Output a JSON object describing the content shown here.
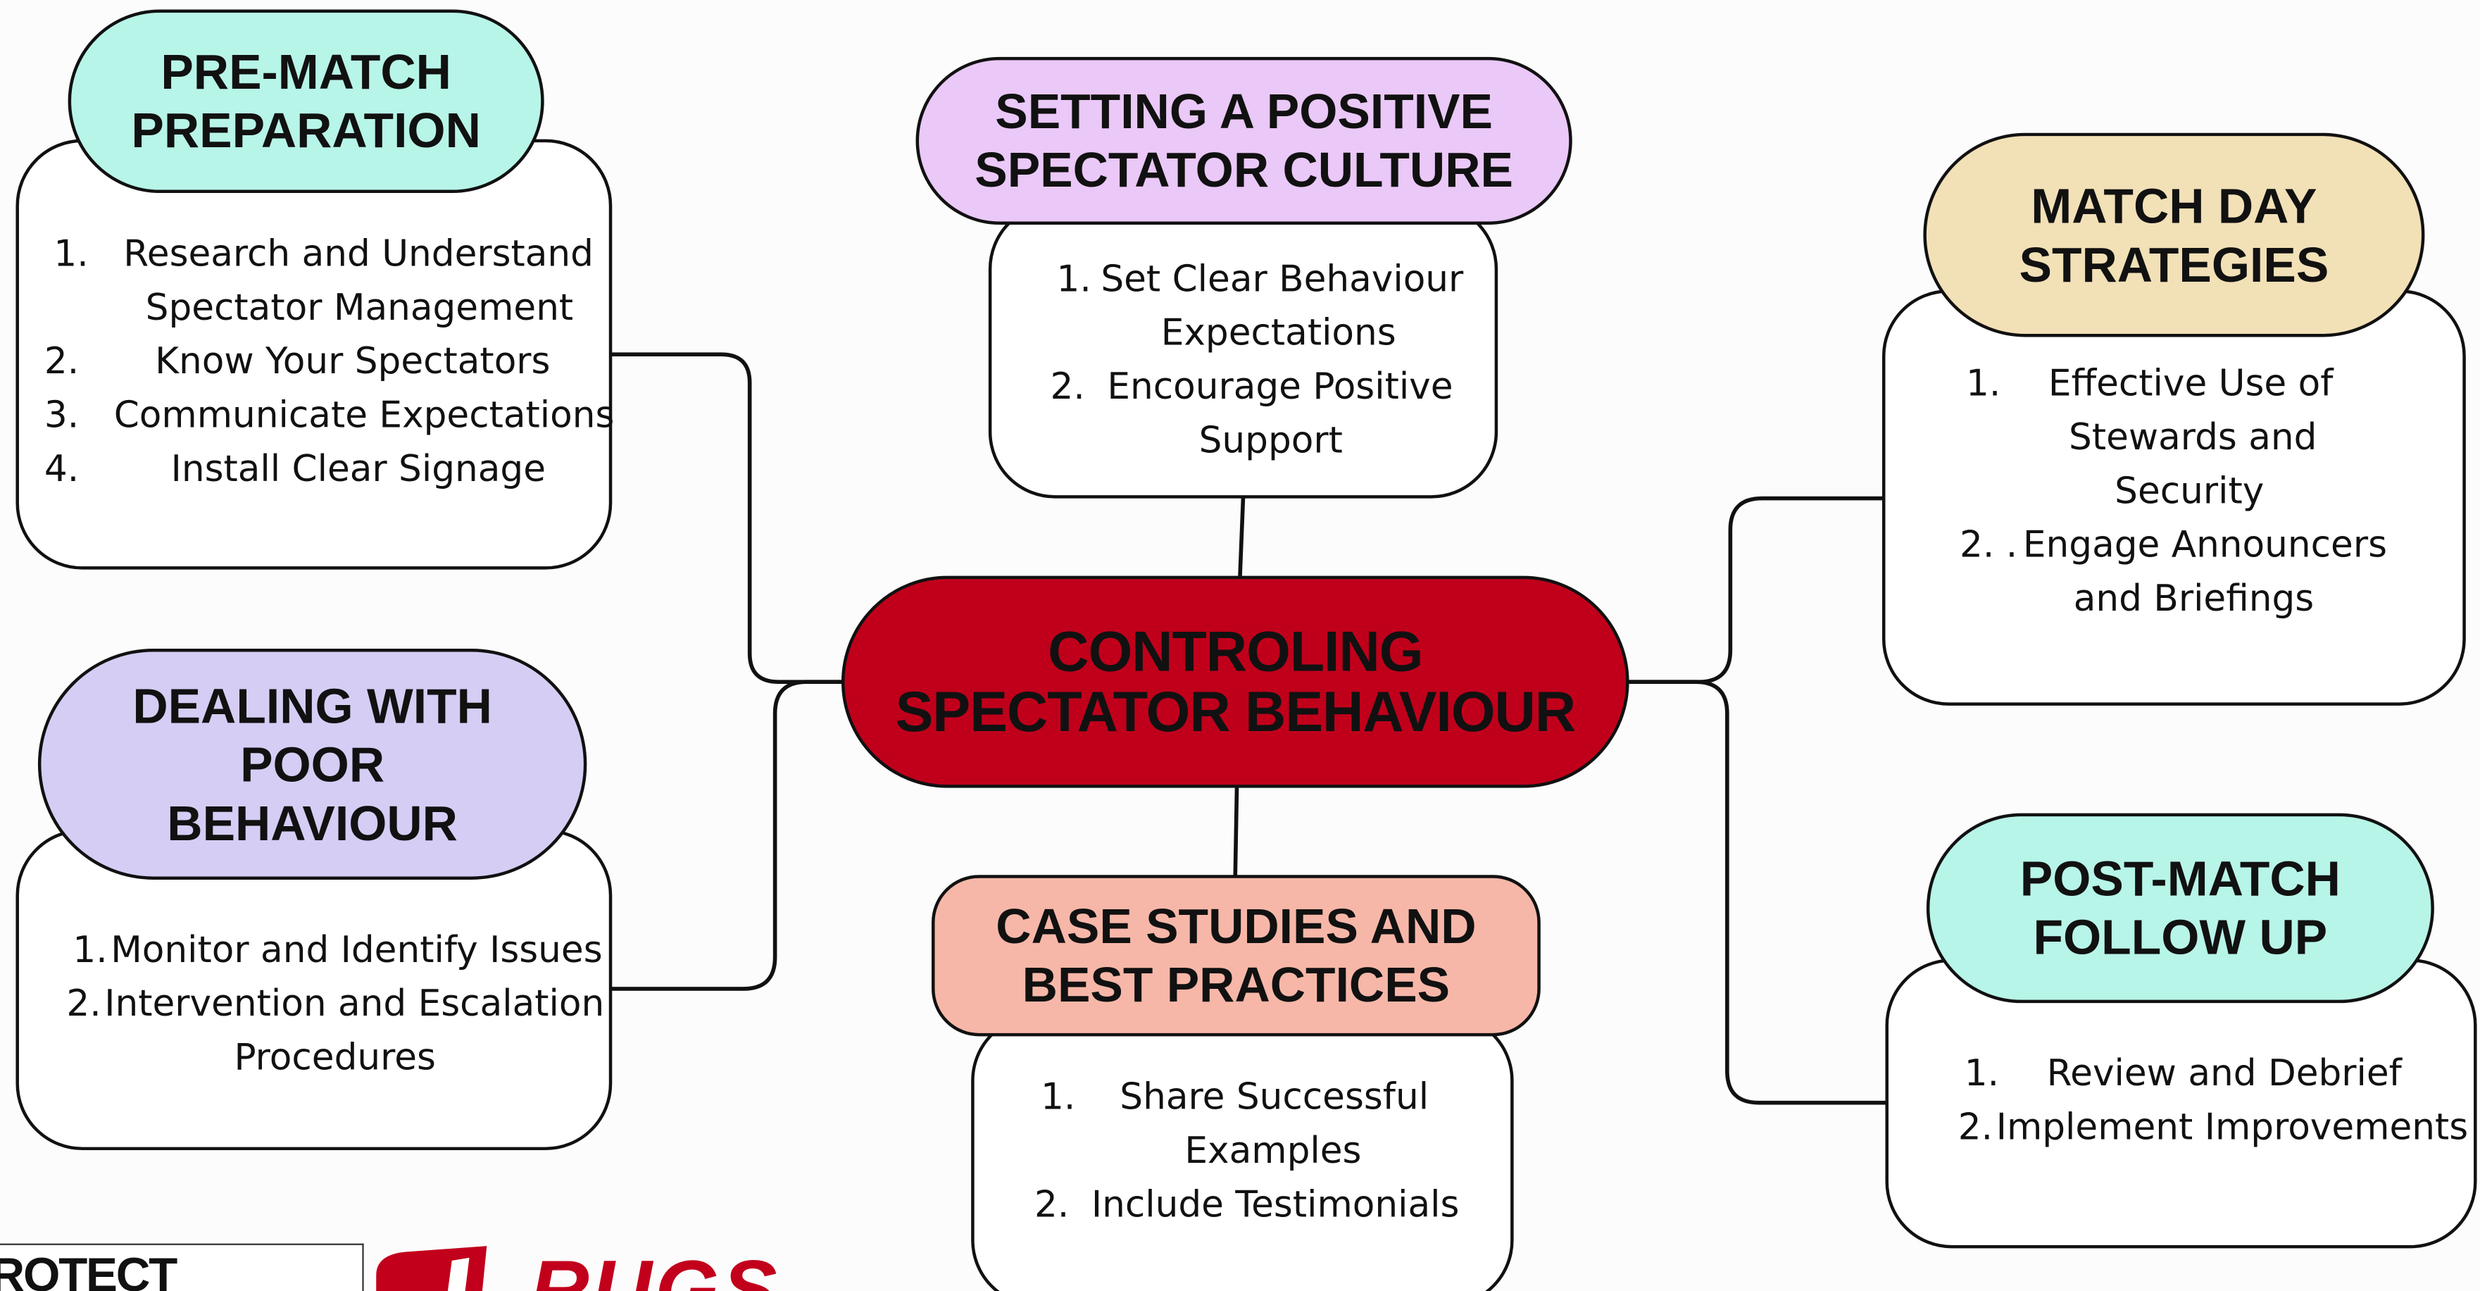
{
  "colors": {
    "background": "#fcfcfc",
    "outline": "#111111",
    "central": "#c0001b",
    "pre_match": "#b7f5e8",
    "positive_culture": "#eac8f7",
    "match_day": "#f2e0b7",
    "poor_behaviour": "#d6cdf5",
    "case_studies": "#f7b7a8",
    "post_match": "#b7f5e8",
    "logo_red": "#c2001c"
  },
  "central": {
    "line1": "CONTROLING",
    "line2": "SPECTATOR BEHAVIOUR"
  },
  "pre_match": {
    "title_line1": "PRE-MATCH",
    "title_line2": "PREPARATION",
    "items": [
      {
        "number": "1.",
        "text": "Research and Understand",
        "text_cont": "Spectator Management"
      },
      {
        "number": "2.",
        "text": "Know Your Spectators"
      },
      {
        "number": "3.",
        "text": "Communicate Expectations"
      },
      {
        "number": "4.",
        "text": "Install Clear Signage"
      }
    ]
  },
  "positive_culture": {
    "title_line1": "SETTING A POSITIVE",
    "title_line2": "SPECTATOR CULTURE",
    "items": [
      {
        "number": "1.",
        "text": "Set Clear Behaviour",
        "text_cont": "Expectations"
      },
      {
        "number": "2.",
        "text": "Encourage Positive",
        "text_cont": "Support"
      }
    ]
  },
  "match_day": {
    "title_line1": "MATCH DAY",
    "title_line2": "STRATEGIES",
    "items": [
      {
        "number": "1.",
        "text": "Effective Use of",
        "text_cont": "Stewards and",
        "text_cont2": "Security"
      },
      {
        "number": "2. .",
        "text": "Engage Announcers",
        "text_cont": "and Briefings"
      }
    ]
  },
  "poor_behaviour": {
    "title_line1": "DEALING WITH",
    "title_line2": "POOR",
    "title_line3": "BEHAVIOUR",
    "items": [
      {
        "number": "1.",
        "text": "Monitor and Identify Issues"
      },
      {
        "number": "2.",
        "text": "Intervention and Escalation",
        "text_cont": "Procedures"
      }
    ]
  },
  "case_studies": {
    "title_line1": "CASE STUDIES AND",
    "title_line2": "BEST PRACTICES",
    "items": [
      {
        "number": "1.",
        "text": "Share Successful",
        "text_cont": "Examples"
      },
      {
        "number": "2.",
        "text": "Include Testimonials"
      }
    ]
  },
  "post_match": {
    "title_line1": "POST-MATCH",
    "title_line2": "FOLLOW UP",
    "items": [
      {
        "number": "1.",
        "text": "Review and Debrief"
      },
      {
        "number": "2.",
        "text": "Implement Improvements"
      }
    ]
  },
  "footer": {
    "left_logo_text": "ROTECT",
    "right_logo_text": "RUGS"
  }
}
